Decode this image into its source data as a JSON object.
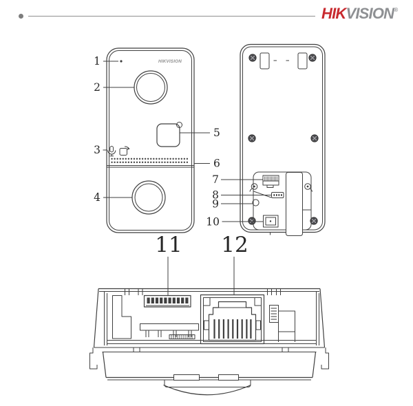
{
  "header": {
    "brand_red": "HIK",
    "brand_gray": "VISION",
    "trademark": "®"
  },
  "front_view": {
    "brand_text": "HIKVISION"
  },
  "callouts": {
    "c1": "1",
    "c2": "2",
    "c3": "3",
    "c4": "4",
    "c5": "5",
    "c6": "6",
    "c7": "7",
    "c8": "8",
    "c9": "9",
    "c10": "10",
    "c11": "11",
    "c12": "12"
  },
  "icons": {
    "microphone": "mic-icon",
    "card_swipe": "card-swipe-icon",
    "camera": "camera-lens",
    "call_button": "call-button",
    "speaker": "speaker-grille-dots",
    "network_port": "rj45-port",
    "terminal": "terminal-block"
  },
  "colors": {
    "brand_red": "#c82a2f",
    "brand_gray": "#8e9093",
    "line": "#3f3f3f",
    "label": "#262626"
  }
}
